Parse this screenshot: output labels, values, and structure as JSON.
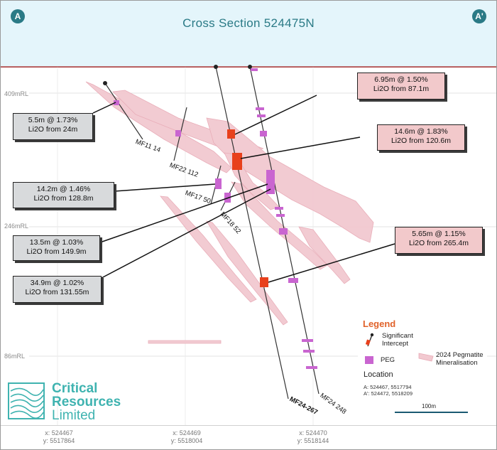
{
  "title": "Cross Section 524475N",
  "corners": {
    "left": "A",
    "right": "A'"
  },
  "rl_labels": [
    "409mRL",
    "246mRL",
    "86mRL"
  ],
  "drillholes": [
    "MF11 14",
    "MF22 112",
    "MF17 50",
    "MF18 52",
    "MF24-267",
    "MF24 248"
  ],
  "callouts": [
    {
      "line1": "5.5m @ 1.73%",
      "line2": "Li2O from 24m"
    },
    {
      "line1": "6.95m @ 1.50%",
      "line2": "Li2O from 87.1m"
    },
    {
      "line1": "14.6m @ 1.83%",
      "line2": "Li2O from 120.6m"
    },
    {
      "line1": "14.2m @ 1.46%",
      "line2": "Li2O from 128.8m"
    },
    {
      "line1": "13.5m @ 1.03%",
      "line2": "Li2O from 149.9m"
    },
    {
      "line1": "34.9m @ 1.02%",
      "line2": "Li2O from 131.55m"
    },
    {
      "line1": "5.65m @ 1.15%",
      "line2": "Li2O from 265.4m"
    }
  ],
  "legend": {
    "title": "Legend",
    "significant": "Significant Intercept",
    "peg": "PEG",
    "mineralisation": "2024 Pegmatite Mineralisation",
    "location_title": "Location",
    "location_a": "A: 524467, 5517794",
    "location_a2": "A': 524472, 5518209",
    "scale": "100m"
  },
  "logo": {
    "line1": "Critical",
    "line2": "Resources",
    "line3": "Limited"
  },
  "coords": [
    {
      "x": "x: 524467",
      "y": "y: 5517864"
    },
    {
      "x": "x: 524469",
      "y": "y: 5518004"
    },
    {
      "x": "x: 524470",
      "y": "y: 5518144"
    }
  ],
  "colors": {
    "accent": "#2a7a86",
    "intercept": "#e8401c",
    "peg": "#c965d0",
    "mineralisation": "#f2c9d0",
    "legend_title": "#e0622a",
    "surface": "#b04a4a"
  }
}
